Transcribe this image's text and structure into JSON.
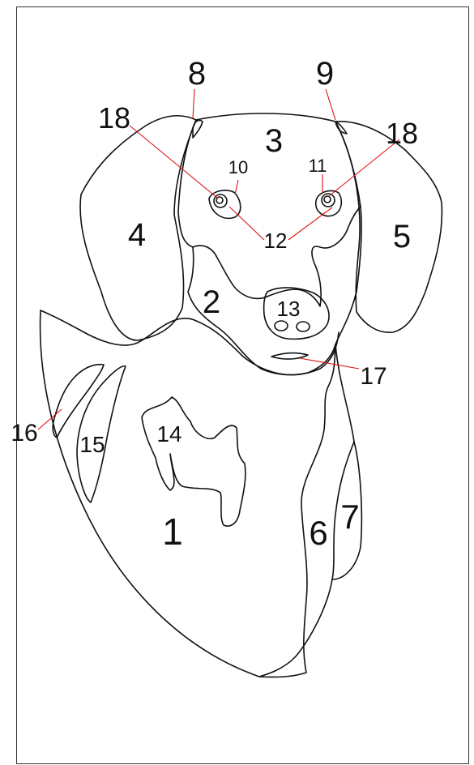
{
  "diagram": {
    "labels": {
      "l1": "1",
      "l2": "2",
      "l3": "3",
      "l4": "4",
      "l5": "5",
      "l6": "6",
      "l7": "7",
      "l8": "8",
      "l9": "9",
      "l10": "10",
      "l11": "11",
      "l12": "12",
      "l13": "13",
      "l14": "14",
      "l15": "15",
      "l16": "16",
      "l17": "17",
      "l18a": "18",
      "l18b": "18"
    },
    "colors": {
      "outline": "#111111",
      "leader": "#e01010",
      "frame": "#333333"
    }
  }
}
